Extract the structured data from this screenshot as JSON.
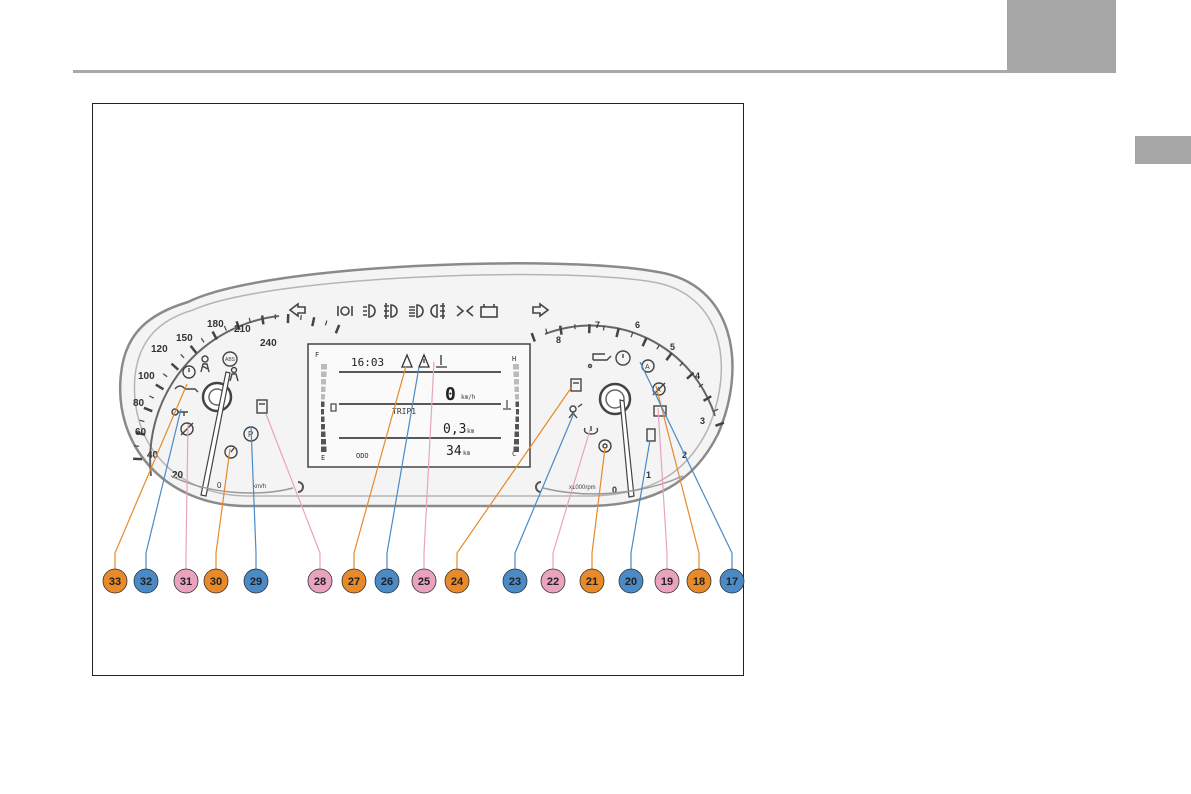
{
  "cluster": {
    "speedometer_ticks": [
      "20",
      "40",
      "60",
      "80",
      "100",
      "120",
      "150",
      "180",
      "210",
      "240"
    ],
    "tachometer_ticks": [
      "0",
      "1",
      "2",
      "3",
      "4",
      "5",
      "6",
      "7",
      "8"
    ],
    "speed_zero": "0",
    "tach_unit": "x1000rpm",
    "kmh_label": "km/h",
    "fuel_full": "F",
    "fuel_empty": "E",
    "temp_hot": "H",
    "temp_cold": "C"
  },
  "lcd": {
    "clock": "16:03",
    "speed_value": "0",
    "speed_unit": "km/h",
    "trip_label": "TRIP1",
    "trip_value": "0,3",
    "trip_unit": "km",
    "odo_label": "ODO",
    "odo_value": "34",
    "odo_unit": "km"
  },
  "callouts": [
    {
      "number": "33",
      "color": "#e8892a"
    },
    {
      "number": "32",
      "color": "#4a8ac6"
    },
    {
      "number": "31",
      "color": "#e9a3bf"
    },
    {
      "number": "30",
      "color": "#e8892a"
    },
    {
      "number": "29",
      "color": "#4a8ac6"
    },
    {
      "number": "28",
      "color": "#e9a3bf"
    },
    {
      "number": "27",
      "color": "#e8892a"
    },
    {
      "number": "26",
      "color": "#4a8ac6"
    },
    {
      "number": "25",
      "color": "#e9a3bf"
    },
    {
      "number": "24",
      "color": "#e8892a"
    },
    {
      "number": "23",
      "color": "#4a8ac6"
    },
    {
      "number": "22",
      "color": "#e9a3bf"
    },
    {
      "number": "21",
      "color": "#e8892a"
    },
    {
      "number": "20",
      "color": "#4a8ac6"
    },
    {
      "number": "19",
      "color": "#e9a3bf"
    },
    {
      "number": "18",
      "color": "#e8892a"
    },
    {
      "number": "17",
      "color": "#4a8ac6"
    }
  ]
}
